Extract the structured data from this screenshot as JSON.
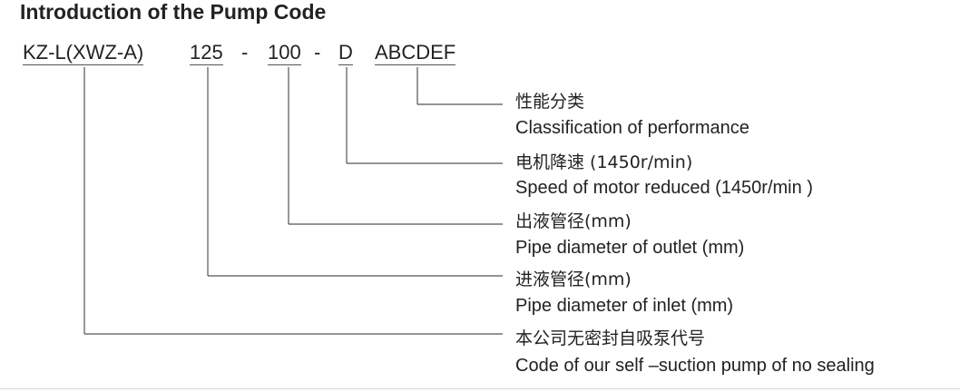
{
  "title": "Introduction of the Pump  Code",
  "code": {
    "model": "KZ-L(XWZ-A)",
    "inlet": "125",
    "dash1": "-",
    "outlet": "100",
    "dash2": "-",
    "speed": "D",
    "performance": "ABCDEF"
  },
  "annotations": [
    {
      "zh": "性能分类",
      "en": "Classification of performance"
    },
    {
      "zh": "电机降速 (1450r/min)",
      "en": "Speed of motor reduced (1450r/min )"
    },
    {
      "zh": "出液管径(mm)",
      "en": "Pipe diameter of outlet (mm)"
    },
    {
      "zh": "进液管径(mm)",
      "en": "Pipe diameter of inlet (mm)"
    },
    {
      "zh": "本公司无密封自吸泵代号",
      "en": "Code of our self –suction pump of no sealing"
    }
  ]
}
